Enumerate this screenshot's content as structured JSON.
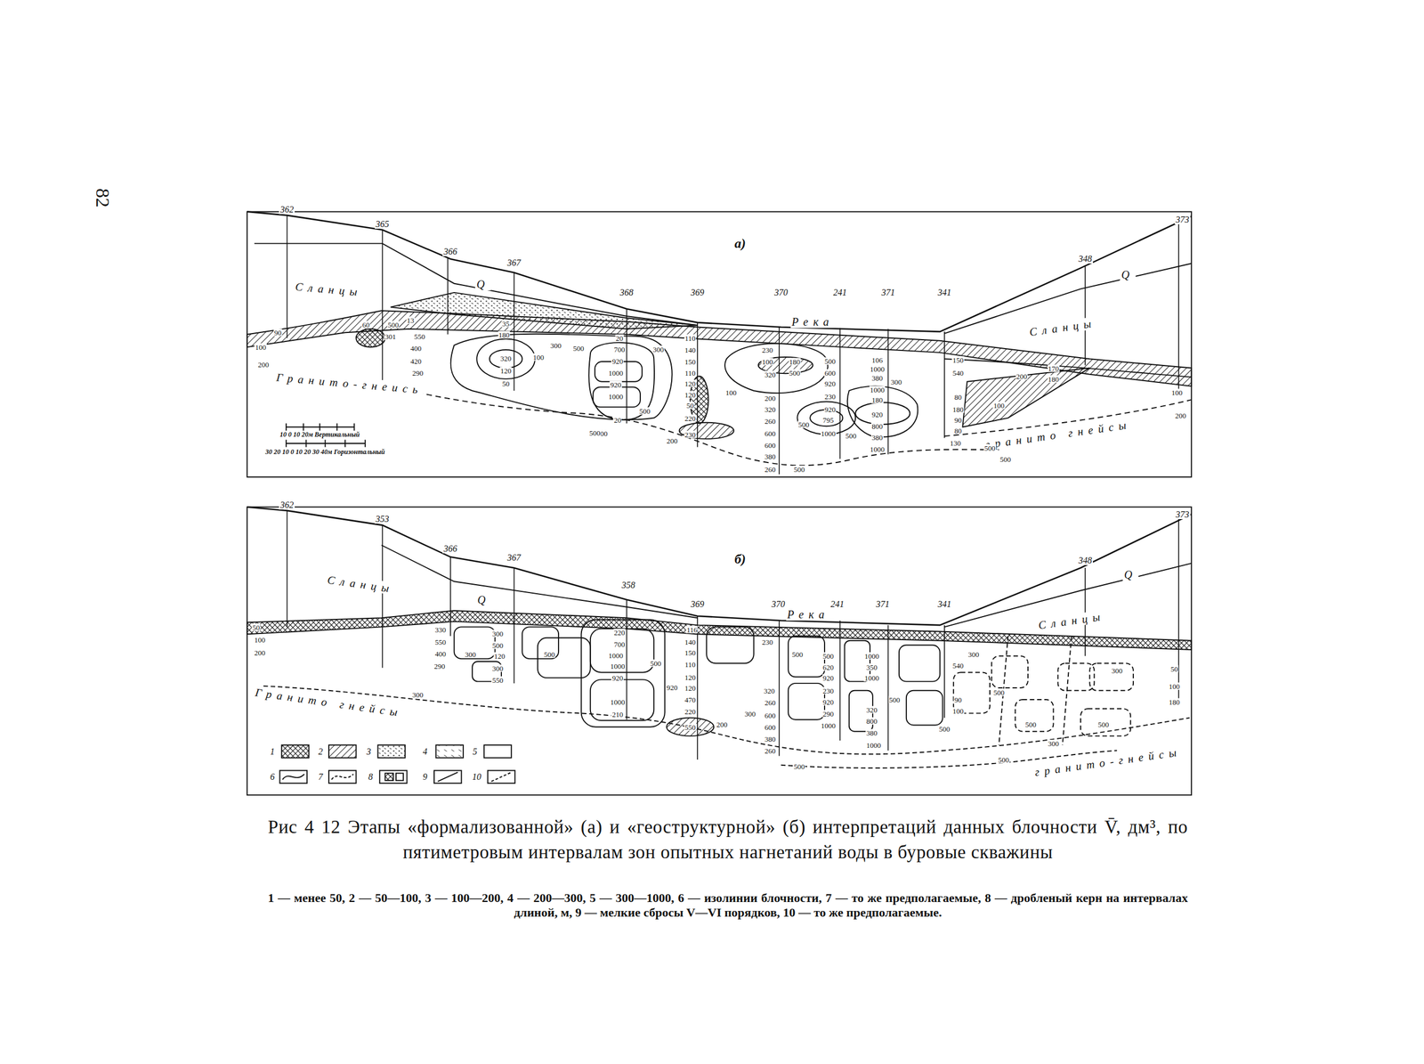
{
  "diagram": {
    "caption": "Рис 4 12 Этапы «формализованной» (а) и «геоструктурной» (б) интерпретаций данных блочности V̄, дм³, по пятиметровым интервалам зон опытных нагнетаний воды в буровые скважины",
    "labels": [
      "а)",
      "362",
      "365",
      "366",
      "367",
      "368",
      "369",
      "370",
      "241",
      "371",
      "341",
      "348",
      "373",
      "Сланцы",
      "Q",
      "Река",
      "Сланцы",
      "Q",
      "Гранито-гнеись",
      "гранито гнейсы",
      "10 0 10 20м Вертикальный",
      "30 20 10 0 10 20 30 40м Горизонтальный",
      "90",
      "100",
      "200",
      "60",
      "500",
      "13",
      "301",
      "550",
      "400",
      "420",
      "290",
      "35",
      "180",
      "100",
      "300",
      "500",
      "320",
      "120",
      "50",
      "20",
      "700",
      "300",
      "920",
      "1000",
      "1000",
      "920",
      "20",
      "500",
      "300",
      "200",
      "110",
      "140",
      "150",
      "110",
      "120",
      "120",
      "50",
      "220",
      "230",
      "100",
      "230",
      "100",
      "180",
      "500",
      "320",
      "200",
      "320",
      "260",
      "600",
      "600",
      "380",
      "260",
      "500",
      "600",
      "920",
      "230",
      "920",
      "795",
      "1000",
      "500",
      "500",
      "106",
      "1000",
      "380",
      "1000",
      "180",
      "300",
      "920",
      "800",
      "380",
      "1000",
      "150",
      "540",
      "80",
      "180",
      "90",
      "80",
      "130",
      "500",
      "500",
      "170",
      "180",
      "200",
      "100",
      "100",
      "200",
      "500",
      "500",
      "б)",
      "362",
      "353",
      "366",
      "367",
      "358",
      "369",
      "370",
      "241",
      "371",
      "341",
      "348",
      "373",
      "Сланцы",
      "Q",
      "Река",
      "Сланцы",
      "Q",
      "Гранито гнейсы",
      "гранито-гнейсы",
      "50",
      "100",
      "200",
      "330",
      "550",
      "400",
      "290",
      "300",
      "300",
      "300",
      "500",
      "120",
      "300",
      "550",
      "500",
      "220",
      "700",
      "1000",
      "1000",
      "920",
      "1000",
      "210",
      "500",
      "920",
      "116",
      "140",
      "150",
      "110",
      "120",
      "120",
      "470",
      "220",
      "550",
      "200",
      "230",
      "320",
      "260",
      "300",
      "600",
      "600",
      "380",
      "260",
      "500",
      "620",
      "920",
      "230",
      "920",
      "290",
      "1000",
      "500",
      "1000",
      "350",
      "1000",
      "320",
      "800",
      "380",
      "1000",
      "500",
      "540",
      "300",
      "90",
      "100",
      "500",
      "500",
      "500",
      "300",
      "500",
      "50",
      "100",
      "180",
      "300",
      "500",
      "500",
      "82",
      "1 — менее 50, 2 — 50—100, 3 — 100—200, 4 — 200—300, 5 — 300—1000, 6 — изолинии блочности, 7 — то же предполагаемые, 8 — дробленый керн на интервалах длиной, м, 9 — мелкие сбросы V—VI порядков, 10 — то же предполагаемые."
    ],
    "legend": [
      {
        "text": "1"
      },
      {
        "text": "2"
      },
      {
        "text": "3"
      },
      {
        "text": "4"
      },
      {
        "text": "5"
      },
      {
        "text": "6"
      },
      {
        "text": "7"
      },
      {
        "text": "8"
      },
      {
        "text": "9"
      },
      {
        "text": "10"
      }
    ]
  }
}
